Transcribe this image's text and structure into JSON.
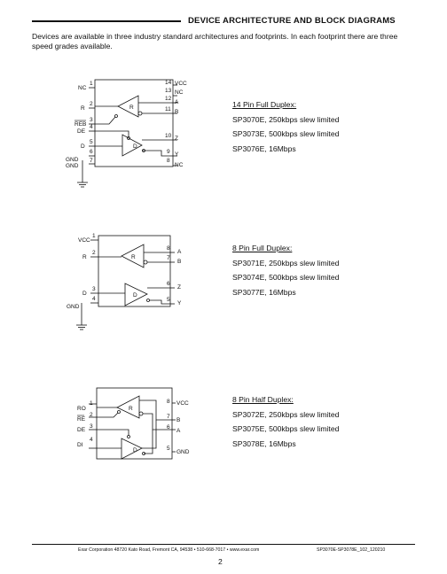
{
  "header": {
    "title": "DEVICE ARCHITECTURE AND BLOCK DIAGRAMS"
  },
  "intro": "Devices are available in three industry standard architectures and footprints. In each footprint there are three speed grades available.",
  "sections": [
    {
      "title": "14 Pin Full Duplex:",
      "lines": [
        "SP3070E, 250kbps slew limited",
        "SP3073E, 500kbps slew limited",
        "SP3076E, 16Mbps"
      ],
      "left_pins": [
        {
          "num": "1",
          "label": "NC"
        },
        {
          "num": "2",
          "label": "R"
        },
        {
          "num": "3",
          "label": "REB"
        },
        {
          "num": "4",
          "label": "DE"
        },
        {
          "num": "5",
          "label": "D"
        },
        {
          "num": "6",
          "label": "GND"
        },
        {
          "num": "7",
          "label": "GND"
        }
      ],
      "right_pins": [
        {
          "num": "14",
          "label": "VCC"
        },
        {
          "num": "13",
          "label": "NC"
        },
        {
          "num": "12",
          "label": "A"
        },
        {
          "num": "11",
          "label": "B"
        },
        {
          "num": "10",
          "label": "Z"
        },
        {
          "num": "9",
          "label": "Y"
        },
        {
          "num": "8",
          "label": "NC"
        }
      ],
      "blocks": {
        "receiver": "R",
        "driver": "D"
      }
    },
    {
      "title": "8 Pin Full Duplex:",
      "lines": [
        "SP3071E, 250kbps slew limited",
        "SP3074E, 500kbps slew limited",
        "SP3077E, 16Mbps"
      ],
      "left_pins": [
        {
          "num": "1",
          "label": "VCC"
        },
        {
          "num": "2",
          "label": "R"
        },
        {
          "num": "3",
          "label": "D"
        },
        {
          "num": "4",
          "label": "GND"
        }
      ],
      "right_pins": [
        {
          "num": "8",
          "label": "A"
        },
        {
          "num": "7",
          "label": "B"
        },
        {
          "num": "6",
          "label": "Z"
        },
        {
          "num": "5",
          "label": "Y"
        }
      ],
      "blocks": {
        "receiver": "R",
        "driver": "D"
      }
    },
    {
      "title": "8 Pin Half Duplex:",
      "lines": [
        "SP3072E, 250kbps slew limited",
        "SP3075E, 500kbps slew limited",
        "SP3078E, 16Mbps"
      ],
      "left_pins": [
        {
          "num": "1",
          "label": "RO"
        },
        {
          "num": "2",
          "label": "RE"
        },
        {
          "num": "3",
          "label": "DE"
        },
        {
          "num": "4",
          "label": "DI"
        }
      ],
      "right_pins": [
        {
          "num": "8",
          "label": "VCC"
        },
        {
          "num": "7",
          "label": "B"
        },
        {
          "num": "6",
          "label": "A"
        },
        {
          "num": "5",
          "label": "GND"
        }
      ],
      "blocks": {
        "receiver": "R",
        "driver": "D"
      }
    }
  ],
  "footer": {
    "left": "Exar Corporation 48720 Kato Road, Fremont CA, 94538 • 510-668-7017 • www.exar.com",
    "right": "SP3070E-SP3078E_102_120210"
  },
  "page_number": "2"
}
